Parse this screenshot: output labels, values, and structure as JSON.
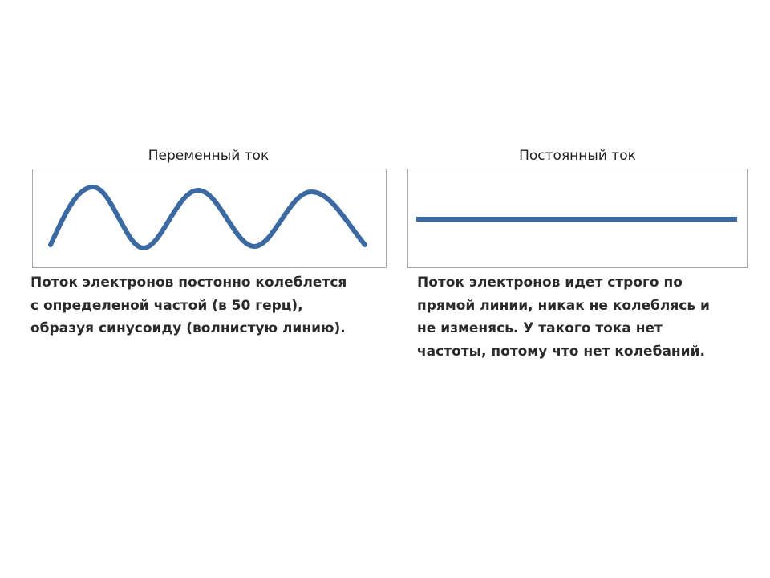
{
  "colors": {
    "wave": "#3b6aa2",
    "frame_border": "#a9a9a9",
    "text": "#2a2a2a"
  },
  "ac": {
    "title": "Переменный ток",
    "caption_lines": [
      "Поток электронов постонно колеблется",
      "с определеной частой (в 50 герц),",
      "образуя синусоиду (волнистую линию)."
    ]
  },
  "dc": {
    "title": "Постоянный ток",
    "caption_lines": [
      "Поток электронов идет строго по",
      "прямой линии, никак не колеблясь и",
      "не изменясь. У такого тока нет",
      "частоты, потому что нет колебаний."
    ]
  }
}
